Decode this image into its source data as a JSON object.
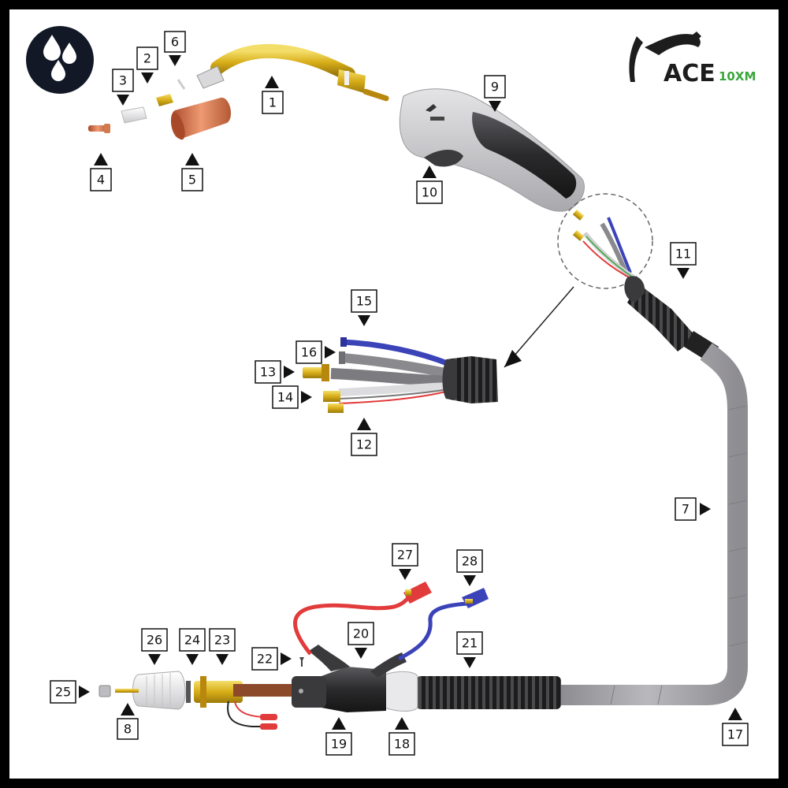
{
  "brand": {
    "name": "ACE",
    "model": "10XM"
  },
  "badge": {
    "icon": "water-drops-icon"
  },
  "callouts": {
    "c1": "1",
    "c2": "2",
    "c3": "3",
    "c4": "4",
    "c5": "5",
    "c6": "6",
    "c7": "7",
    "c8": "8",
    "c9": "9",
    "c10": "10",
    "c11": "11",
    "c12": "12",
    "c13": "13",
    "c14": "14",
    "c15": "15",
    "c16": "16",
    "c17": "17",
    "c18": "18",
    "c19": "19",
    "c20": "20",
    "c21": "21",
    "c22": "22",
    "c23": "23",
    "c24": "24",
    "c25": "25",
    "c26": "26",
    "c27": "27",
    "c28": "28"
  },
  "colors": {
    "frame": "#000000",
    "gold": "#d9b21e",
    "copper": "#c7653a",
    "hose_grey": "#a7a6ab",
    "hose_dark": "#2b2b2b",
    "handle_light": "#cfcfd2",
    "handle_dark": "#2d2d2f",
    "cable_blue": "#3b43b8",
    "cable_red": "#e23b3b",
    "logo_green": "#3aa63c"
  }
}
